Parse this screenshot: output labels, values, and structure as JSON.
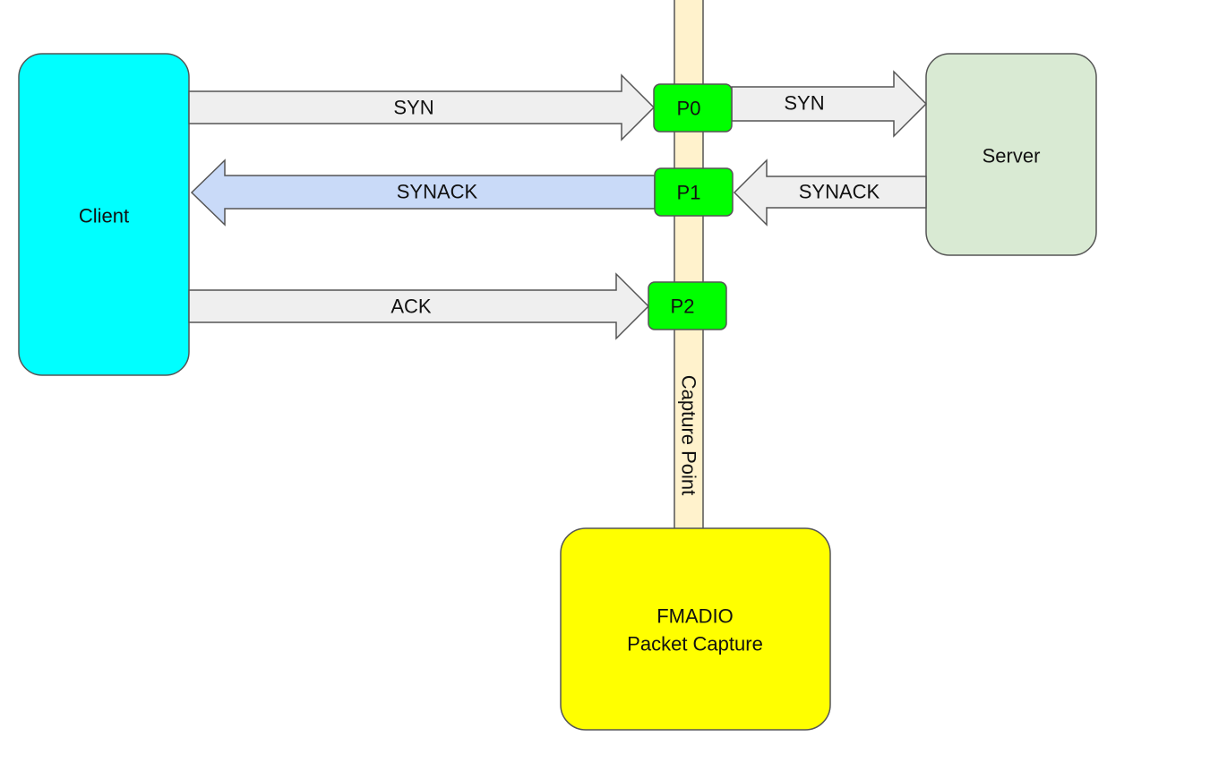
{
  "nodes": {
    "client": {
      "label": "Client",
      "color": "#00ffff"
    },
    "server": {
      "label": "Server",
      "color": "#d9ead3"
    },
    "capture": {
      "line1": "FMADIO",
      "line2": "Packet Capture",
      "color": "#ffff00"
    }
  },
  "capture_line": {
    "label": "Capture Point",
    "color": "#fff2cc"
  },
  "capture_points": {
    "p0": "P0",
    "p1": "P1",
    "p2": "P2",
    "color": "#00ff00"
  },
  "arrows": {
    "client_syn": "SYN",
    "server_syn": "SYN",
    "client_synack": "SYNACK",
    "server_synack": "SYNACK",
    "client_ack": "ACK",
    "colors": {
      "default": "#efefef",
      "highlight": "#c9daf8"
    }
  }
}
